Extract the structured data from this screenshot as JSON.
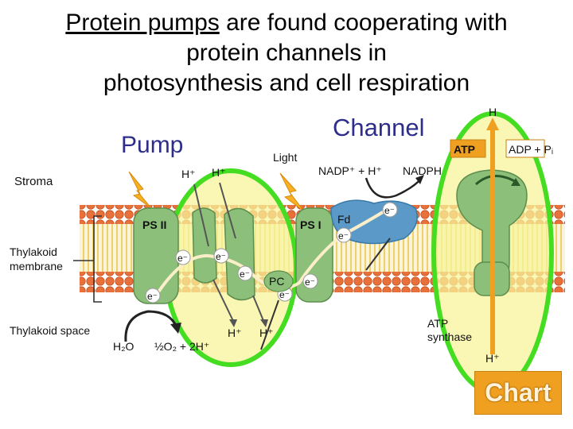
{
  "title": {
    "underlined": "Protein pumps",
    "rest_line1": " are found cooperating with",
    "line2": "protein channels in",
    "line3": "photosynthesis and cell respiration"
  },
  "labels": {
    "pump": "Pump",
    "channel": "Channel",
    "stroma": "Stroma",
    "thylakoid_membrane_1": "Thylakoid",
    "thylakoid_membrane_2": "membrane",
    "thylakoid_space": "Thylakoid space",
    "light": "Light",
    "ps2": "PS II",
    "ps1": "PS I",
    "fd": "Fd",
    "pc": "PC",
    "electron": "e⁻",
    "h_plus": "H⁺",
    "h_top": "H",
    "nadp_plus_h": "NADP⁺ + H⁺",
    "nadph": "NADPH",
    "atp": "ATP",
    "adp_pi": "ADP + Pᵢ",
    "atp_synthase_1": "ATP",
    "atp_synthase_2": "synthase",
    "water": "H₂O",
    "oxygen_half": "½O₂ + 2H⁺"
  },
  "chart_button": {
    "label": "Chart"
  },
  "colors": {
    "highlight_fill": "#f7f49a",
    "highlight_border": "#44dd22",
    "membrane_head": "#e8703a",
    "membrane_tail": "#f0d060",
    "protein_green": "#8cbf7a",
    "protein_blue": "#5b9ac8",
    "accent_orange": "#f0a020",
    "label_blue": "#2e2e8a"
  }
}
